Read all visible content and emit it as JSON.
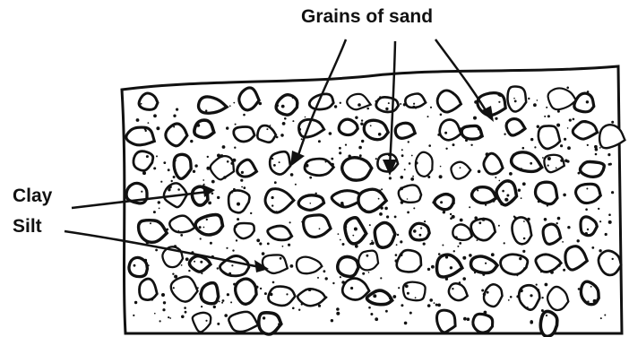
{
  "labels": {
    "grains": "Grains of sand",
    "clay": "Clay",
    "silt": "Silt"
  },
  "colors": {
    "ink": "#111111",
    "background": "#ffffff"
  }
}
